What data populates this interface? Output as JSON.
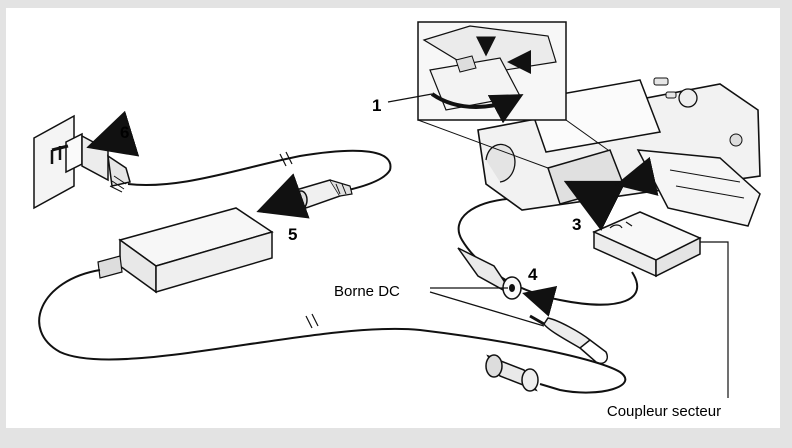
{
  "steps": {
    "s1": "1",
    "s3": "3",
    "s4": "4",
    "s5": "5",
    "s6": "6"
  },
  "labels": {
    "dc_terminal": "Borne DC",
    "ac_coupler": "Coupleur secteur"
  },
  "colors": {
    "background": "#e3e3e3",
    "panel": "#ffffff",
    "line": "#111111",
    "device_fill": "#f2f2f2"
  },
  "icons": [
    "wall-outlet-icon",
    "power-plug-icon",
    "ac-adapter-icon",
    "camera-icon",
    "battery-coupler-icon",
    "arrow-icon"
  ]
}
